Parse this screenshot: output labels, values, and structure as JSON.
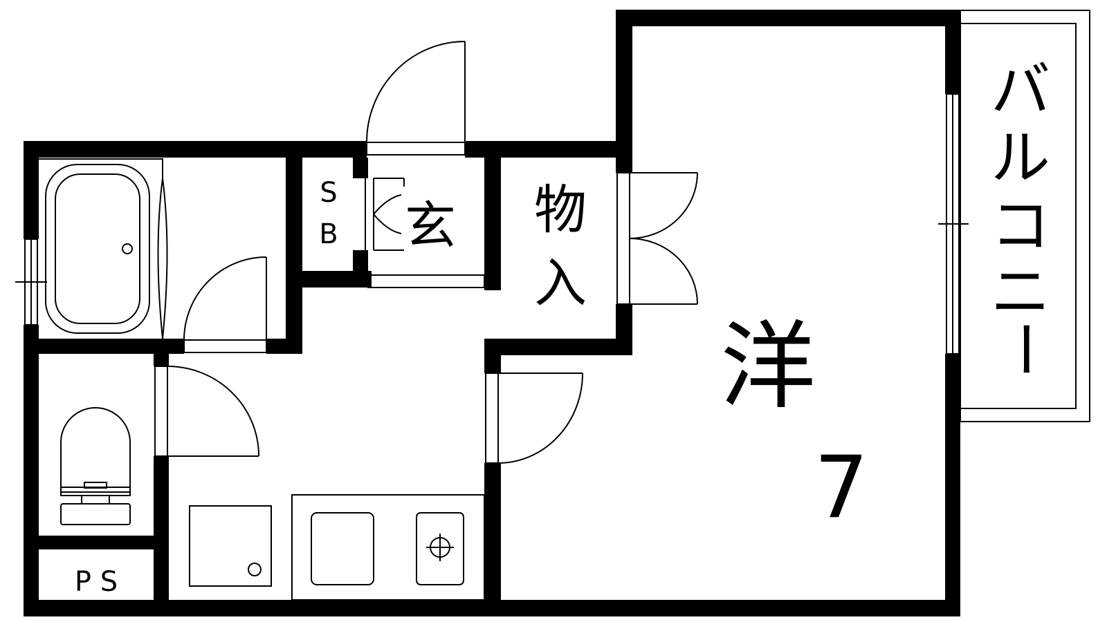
{
  "rooms": {
    "western": {
      "label": "洋",
      "size": "7"
    },
    "balcony": {
      "label_chars": [
        "バ",
        "ル",
        "コ",
        "ニ",
        "ー"
      ]
    },
    "entrance": {
      "label": "玄"
    },
    "storage": {
      "label_chars": [
        "物",
        "入"
      ]
    },
    "shoe_box": {
      "label_chars": [
        "S",
        "B"
      ]
    },
    "pipe_space": {
      "label": "P S"
    }
  },
  "colors": {
    "line": "#000000",
    "background": "#ffffff"
  }
}
